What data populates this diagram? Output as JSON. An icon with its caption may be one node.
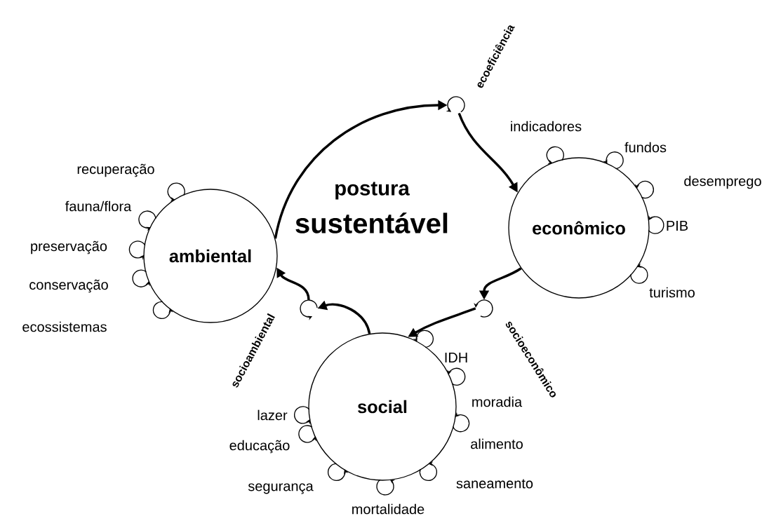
{
  "diagram": {
    "nodes": [
      {
        "text": [
          "ecoeficiência"
        ]
      },
      {
        "text": [
          "ambiental"
        ],
        "beside": [
          "recuperação",
          "fauna/flora",
          "preservação",
          "conservação",
          "ecossistemas"
        ]
      },
      {
        "text": [
          "econômico"
        ],
        "beside": [
          "indicadores",
          "fundos",
          "desemprego",
          "PIB",
          "turismo"
        ]
      },
      {
        "text": [
          "socioeconômico"
        ]
      },
      {
        "text": [
          "socioambiental"
        ]
      },
      {
        "text": [
          "social"
        ],
        "beside": [
          "IDH",
          "moradia",
          "alimento",
          "saneamento",
          "mortalidade",
          "segurança",
          "educação",
          "lazer"
        ]
      }
    ],
    "edges": [
      {
        "from": 1,
        "to": 0,
        "arrow": "to"
      },
      {
        "from": 0,
        "to": 2,
        "arrow": "to"
      },
      {
        "from": 2,
        "to": 3,
        "arrow": "to"
      },
      {
        "from": 3,
        "to": 5,
        "arrow": "to"
      },
      {
        "from": 5,
        "to": 4,
        "arrow": "to"
      },
      {
        "from": 4,
        "to": 1,
        "arrow": "to"
      }
    ],
    "labels": [
      "postura",
      "sustentável"
    ]
  }
}
